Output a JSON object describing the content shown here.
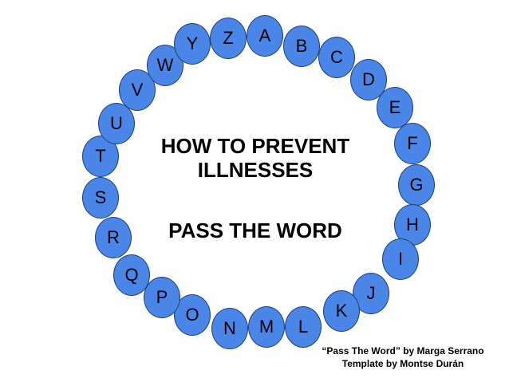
{
  "slide": {
    "title_line1": "HOW TO PREVENT",
    "title_line2": "ILLNESSES",
    "subtitle": "PASS THE WORD",
    "credit_line1": "“Pass The Word” by Marga Serrano",
    "credit_line2": "Template by Montse Durán"
  },
  "alphabet": [
    "A",
    "B",
    "C",
    "D",
    "E",
    "F",
    "G",
    "H",
    "I",
    "J",
    "K",
    "L",
    "M",
    "N",
    "O",
    "P",
    "Q",
    "R",
    "S",
    "T",
    "U",
    "V",
    "W",
    "Y",
    "Z"
  ],
  "colors": {
    "bubble_fill": "#4a86e8",
    "bubble_border": "#1f3f7a",
    "text": "#000000",
    "background": "#ffffff"
  }
}
